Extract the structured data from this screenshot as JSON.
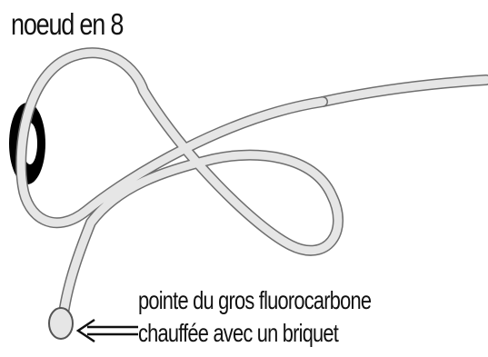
{
  "diagram": {
    "title": "noeud en 8",
    "caption_line1": "pointe du gros fluorocarbone",
    "caption_line2": "chauffée avec un briquet",
    "colors": {
      "line_fill": "#e6e6e6",
      "line_outline": "#6e6e6e",
      "ring": "#000000",
      "text": "#111111",
      "background": "#ffffff"
    },
    "icons": [
      "ring-icon",
      "arrow-icon"
    ]
  }
}
